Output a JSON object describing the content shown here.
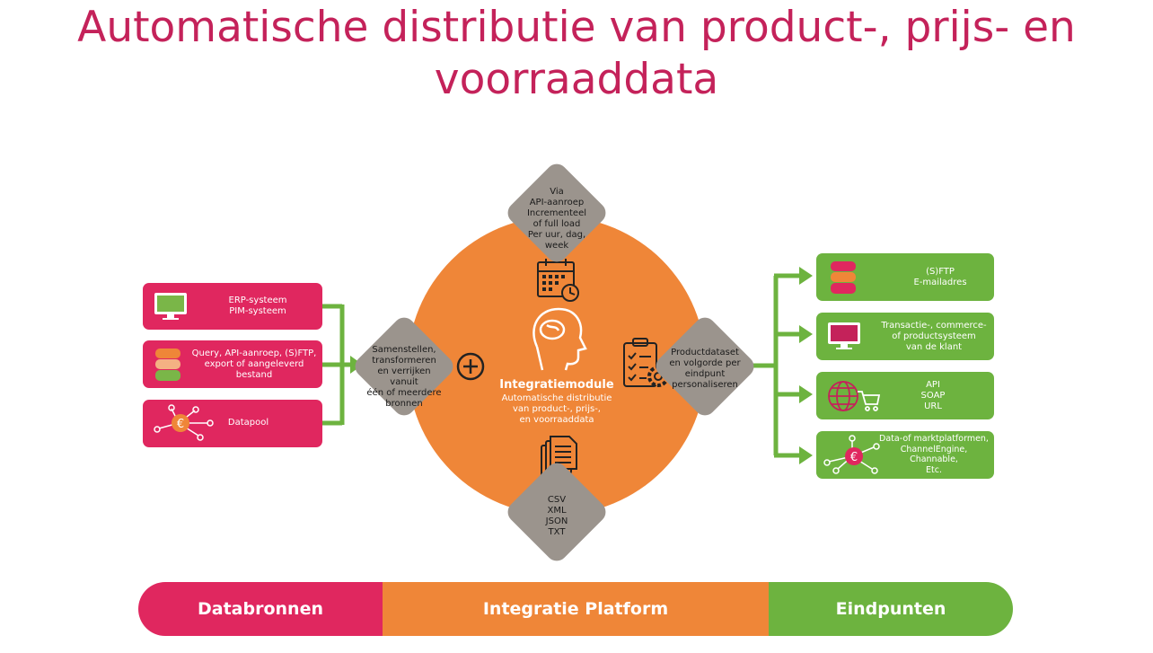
{
  "title": "Automatische distributie van product-, prijs- en voorraaddata",
  "center": {
    "name": "Integratiemodule",
    "description": "Automatische distributie\nvan product-, prijs-,\nen voorraaddata"
  },
  "diamonds": {
    "top": "Via\nAPI-aanroep\nIncrementeel\nof full load\nPer uur, dag,\nweek",
    "left": "Samenstellen,\ntransformeren\nen verrijken vanuit\néén of meerdere\nbronnen",
    "right": "Productdataset\nen volgorde per\neindpunt\npersonaliseren",
    "bottom": "CSV\nXML\nJSON\nTXT"
  },
  "sources": [
    {
      "label": "ERP-systeem\nPIM-systeem",
      "icon": "monitor-icon"
    },
    {
      "label": "Query, API-aanroep, (S)FTP,\nexport of aangeleverd\nbestand",
      "icon": "database-icon"
    },
    {
      "label": "Datapool",
      "icon": "euro-network-icon"
    }
  ],
  "endpoints": [
    {
      "label": "(S)FTP\nE-mailadres",
      "icon": "database-icon"
    },
    {
      "label": "Transactie-, commerce-\nof productsysteem\nvan de klant",
      "icon": "monitor-icon"
    },
    {
      "label": "API\nSOAP\nURL",
      "icon": "globe-cart-icon"
    },
    {
      "label": "Data-of marktplatformen,\nChannelEngine,\nChannable,\nEtc.",
      "icon": "euro-network-icon"
    }
  ],
  "bottom_bar": {
    "databronnen": "Databronnen",
    "platform": "Integratie Platform",
    "eindpunten": "Eindpunten"
  },
  "colors": {
    "pink": "#e0275f",
    "orange": "#ef8638",
    "green": "#6db33f",
    "gray": "#9b948d",
    "title": "#c4225a"
  }
}
